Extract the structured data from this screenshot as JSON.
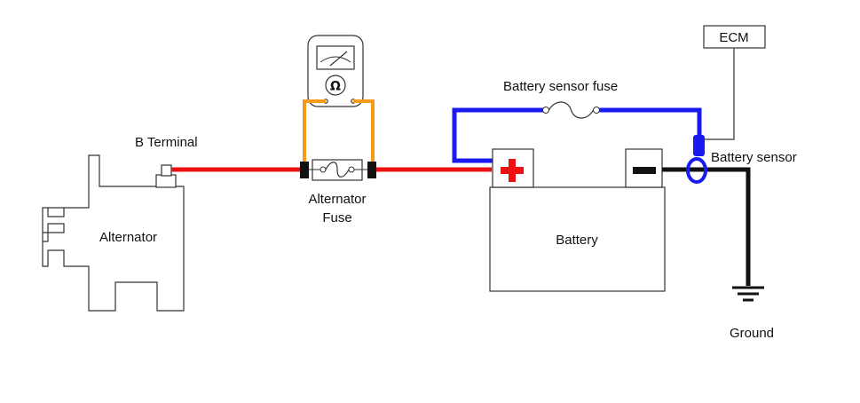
{
  "labels": {
    "b_terminal": "B Terminal",
    "alternator": "Alternator",
    "alternator_fuse_line1": "Alternator",
    "alternator_fuse_line2": "Fuse",
    "battery_sensor_fuse": "Battery sensor fuse",
    "ecm": "ECM",
    "battery_sensor": "Battery sensor",
    "battery": "Battery",
    "ground": "Ground",
    "ohm_symbol": "Ω",
    "positive_symbol": "+",
    "negative_symbol": "−"
  },
  "colors": {
    "positive_wire": "#ee1111",
    "sensor_wire": "#1a1aee",
    "ground_wire": "#111111",
    "meter_leads": "#f59a1a",
    "ecm_line": "#555555",
    "plus_sign": "#ee1111",
    "minus_sign": "#111111"
  }
}
